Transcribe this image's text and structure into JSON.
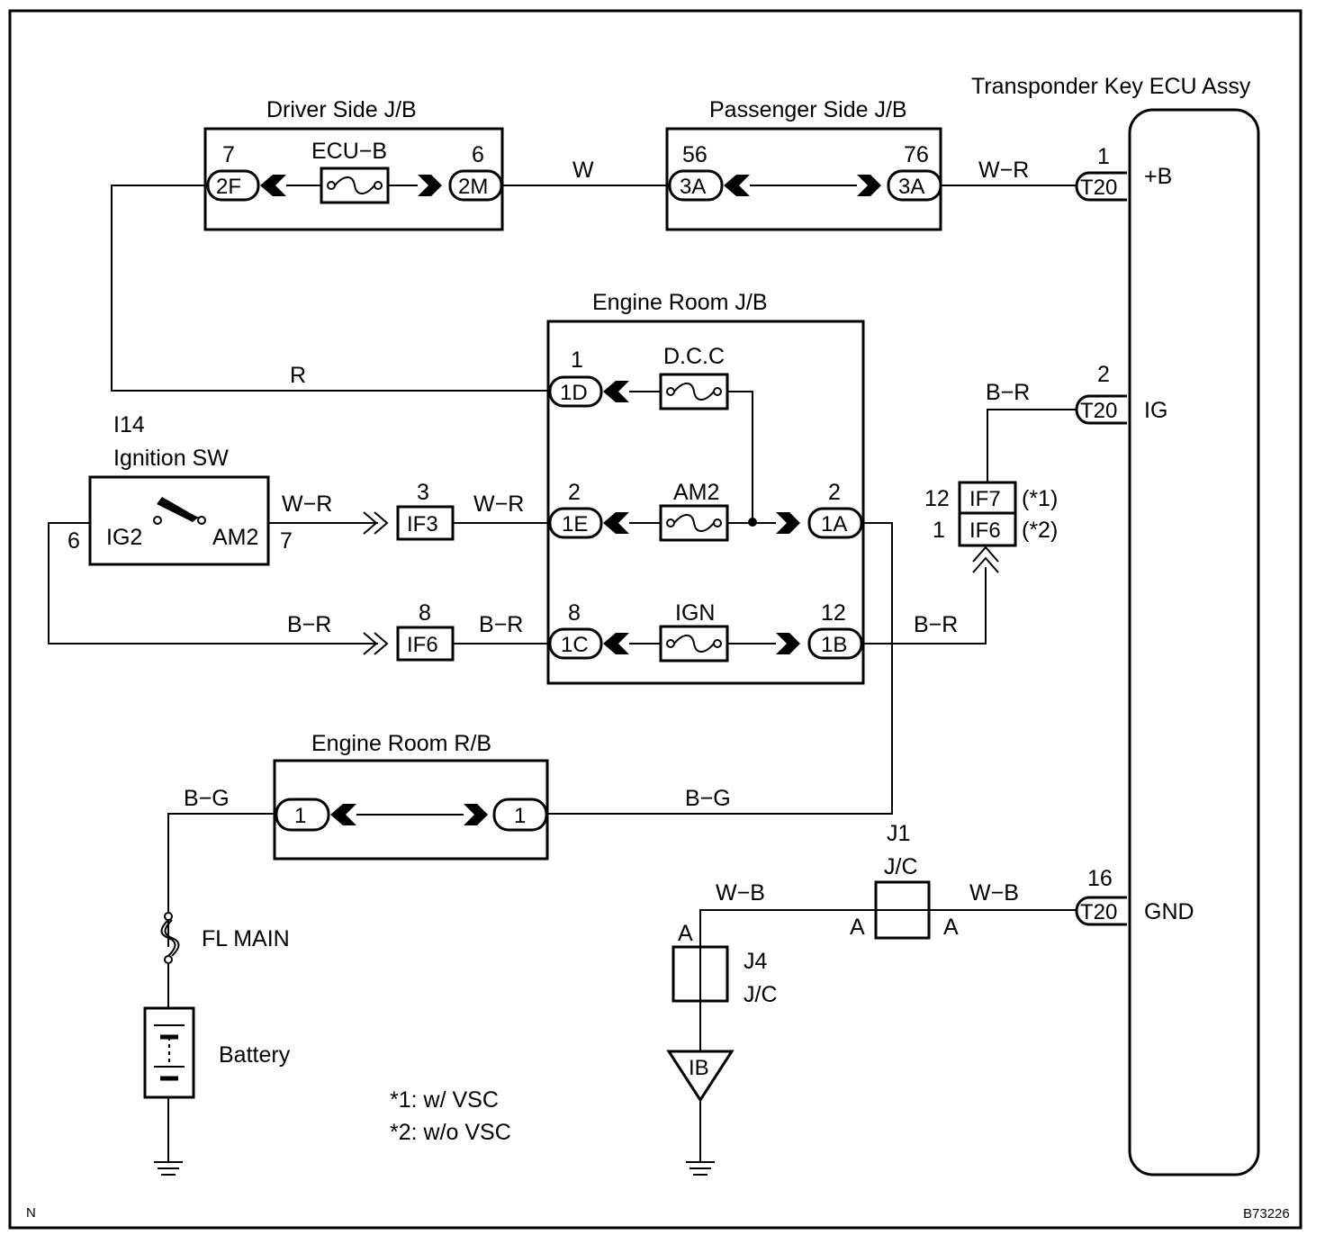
{
  "frame": {
    "code_left": "N",
    "code_right": "B73226"
  },
  "ecu": {
    "title": "Transponder Key ECU Assy",
    "pins": [
      {
        "num": "1",
        "conn": "T20",
        "label": "+B",
        "wire": "W−R"
      },
      {
        "num": "2",
        "conn": "T20",
        "label": "IG",
        "wire": "B−R"
      },
      {
        "num": "16",
        "conn": "T20",
        "label": "GND",
        "wire": "W−B"
      }
    ]
  },
  "driver_jb": {
    "title": "Driver Side J/B",
    "fuse": "ECU−B",
    "left": {
      "num": "7",
      "conn": "2F"
    },
    "right": {
      "num": "6",
      "conn": "2M"
    },
    "wire_out": "W"
  },
  "passenger_jb": {
    "title": "Passenger Side J/B",
    "left": {
      "num": "56",
      "conn": "3A"
    },
    "right": {
      "num": "76",
      "conn": "3A"
    }
  },
  "engine_jb": {
    "title": "Engine Room J/B",
    "rows": [
      {
        "num": "1",
        "conn": "1D",
        "fuse": "D.C.C"
      },
      {
        "num": "2",
        "conn": "1E",
        "fuse": "AM2",
        "rnum": "2",
        "rconn": "1A"
      },
      {
        "num": "8",
        "conn": "1C",
        "fuse": "IGN",
        "rnum": "12",
        "rconn": "1B"
      }
    ]
  },
  "wire_r": "R",
  "ignition": {
    "code": "I14",
    "title": "Ignition SW",
    "left_terminal": "IG2",
    "right_terminal": "AM2",
    "left_pin": "6",
    "right_pin": "7"
  },
  "if3": {
    "num": "3",
    "label": "IF3",
    "wire_in": "W−R",
    "wire_out": "W−R"
  },
  "if6": {
    "num": "8",
    "label": "IF6",
    "wire_in": "B−R",
    "wire_out": "B−R"
  },
  "if_stack": {
    "top": {
      "num": "12",
      "label": "IF7",
      "note": "(*1)"
    },
    "bottom": {
      "num": "1",
      "label": "IF6",
      "note": "(*2)"
    },
    "wire_in": "B−R"
  },
  "engine_rb": {
    "title": "Engine Room R/B",
    "left": "1",
    "right": "1",
    "wire_left": "B−G",
    "wire_right": "B−G"
  },
  "fl_main": "FL MAIN",
  "battery": "Battery",
  "j1": {
    "code": "J1",
    "type": "J/C",
    "left": "A",
    "right": "A"
  },
  "j4": {
    "code": "J4",
    "type": "J/C",
    "top": "A",
    "wire": "W−B"
  },
  "ground_ib": "IB",
  "notes": [
    "*1: w/ VSC",
    "*2: w/o VSC"
  ]
}
